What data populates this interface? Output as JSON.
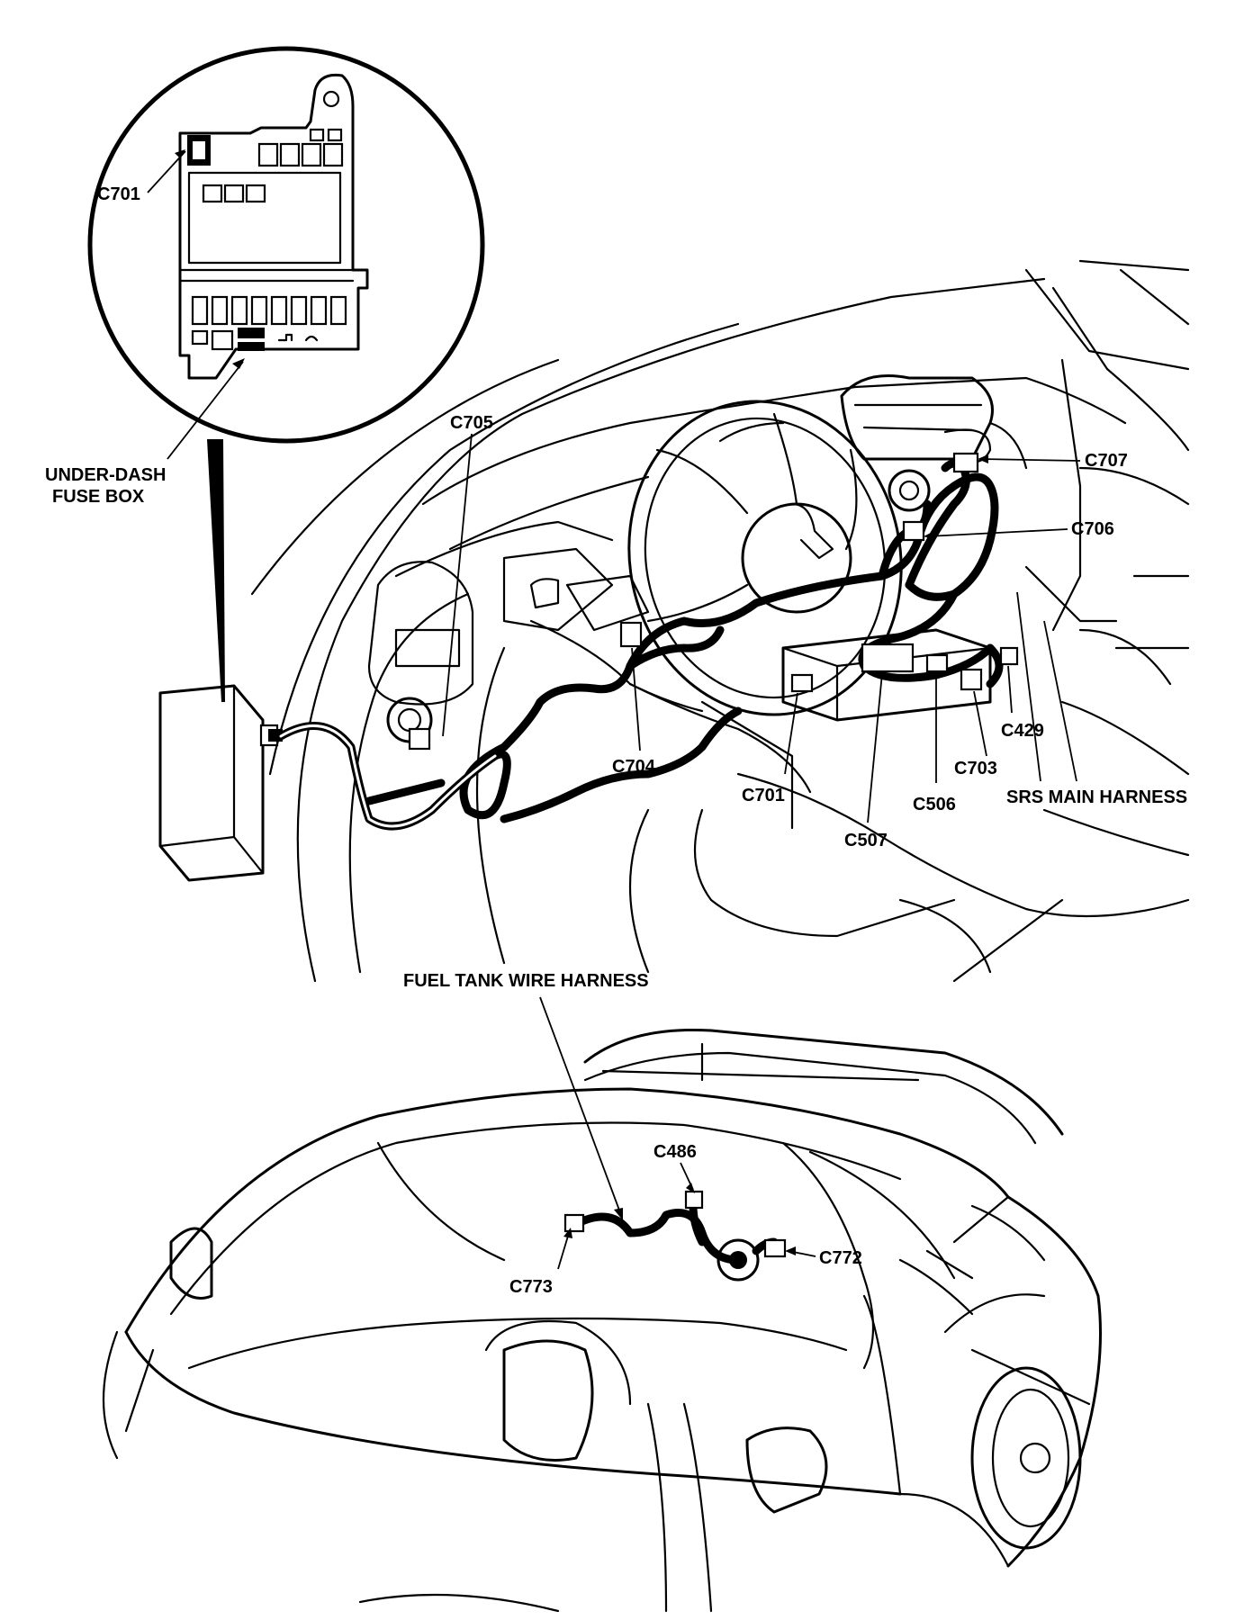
{
  "labels": {
    "c701_inset": "C701",
    "under_dash_line1": "UNDER-DASH",
    "under_dash_line2": "FUSE BOX",
    "c705": "C705",
    "c707": "C707",
    "c706": "C706",
    "c704": "C704",
    "c701": "C701",
    "c429": "C429",
    "c703": "C703",
    "c506": "C506",
    "c507": "C507",
    "srs_main_harness": "SRS MAIN HARNESS",
    "fuel_tank_wire_harness": "FUEL TANK WIRE HARNESS",
    "c486": "C486",
    "c773": "C773",
    "c772": "C772"
  }
}
